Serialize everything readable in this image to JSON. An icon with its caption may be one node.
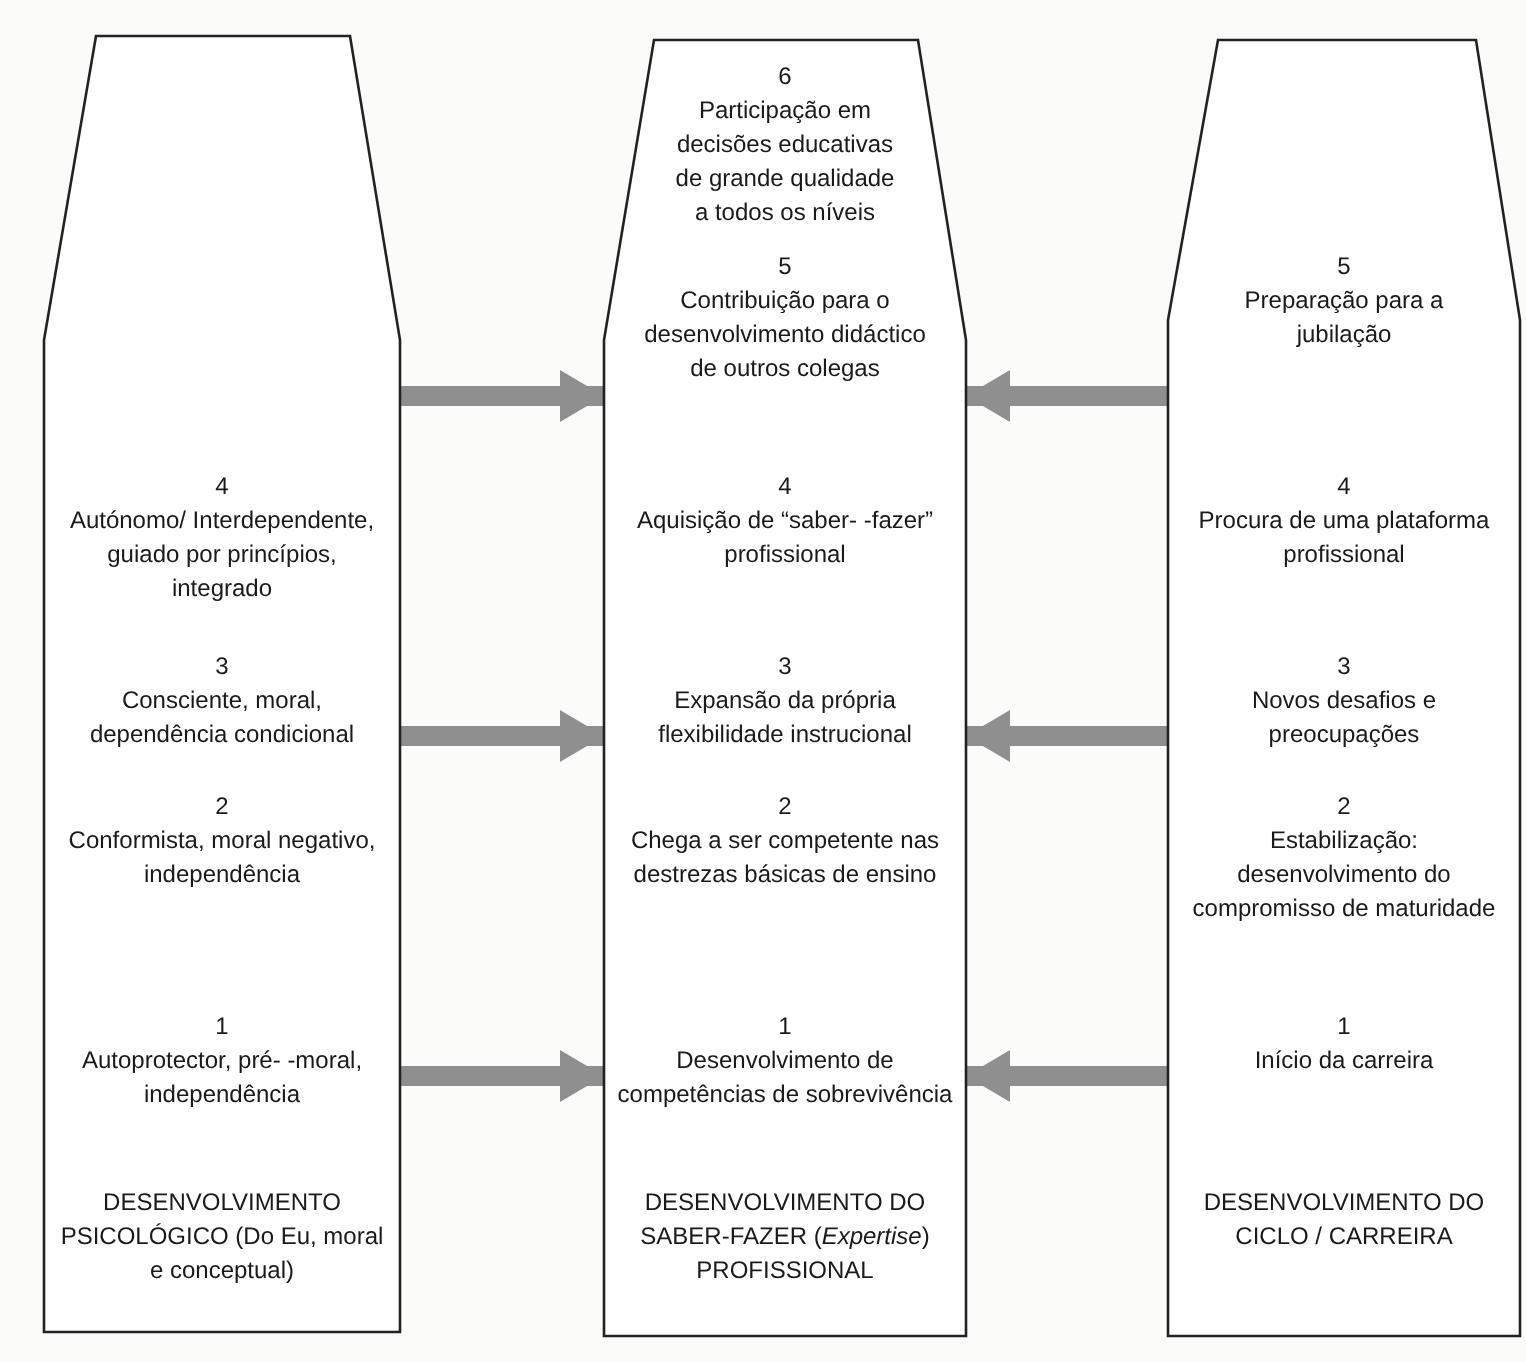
{
  "diagram": {
    "nodes": [
      {
        "text": [
          "4",
          "Autónomo/ Interdependente, guiado por princípios, integrado",
          "3",
          "Consciente, moral, dependência condicional",
          "2",
          "Conformista, moral negativo, independência",
          "1",
          "Autoprotector, pré- -moral, independência",
          "DESENVOLVIMENTO PSICOLÓGICO (Do Eu, moral e conceptual)"
        ]
      },
      {
        "text": [
          "6",
          "Participação em decisões educativas de grande qualidade a todos os níveis",
          "5",
          "Contribuição para o desenvolvimento didáctico de outros colegas",
          "4",
          "Aquisição de “saber- -fazer” profissional",
          "3",
          "Expansão da própria flexibilidade instrucional",
          "2",
          "Chega a ser competente nas destrezas básicas de ensino",
          "1",
          "Desenvolvimento de competências de sobrevivência",
          "DESENVOLVIMENTO DO SABER-FAZER (*Expertise*) PROFISSIONAL"
        ]
      },
      {
        "text": [
          "5",
          "Preparação para a jubilação",
          "4",
          "Procura de uma plataforma profissional",
          "3",
          "Novos desafios e preocupações",
          "2",
          "Estabilização: desenvolvimento do compromisso de maturidade",
          "1",
          "Início da carreira",
          "DESENVOLVIMENTO DO CICLO / CARREIRA"
        ]
      }
    ],
    "edges": [
      {
        "from": 0,
        "to": 1,
        "arrow": "to"
      },
      {
        "from": 0,
        "to": 1,
        "arrow": "to"
      },
      {
        "from": 0,
        "to": 1,
        "arrow": "to"
      },
      {
        "from": 2,
        "to": 1,
        "arrow": "to"
      },
      {
        "from": 2,
        "to": 1,
        "arrow": "to"
      },
      {
        "from": 2,
        "to": 1,
        "arrow": "to"
      }
    ]
  }
}
